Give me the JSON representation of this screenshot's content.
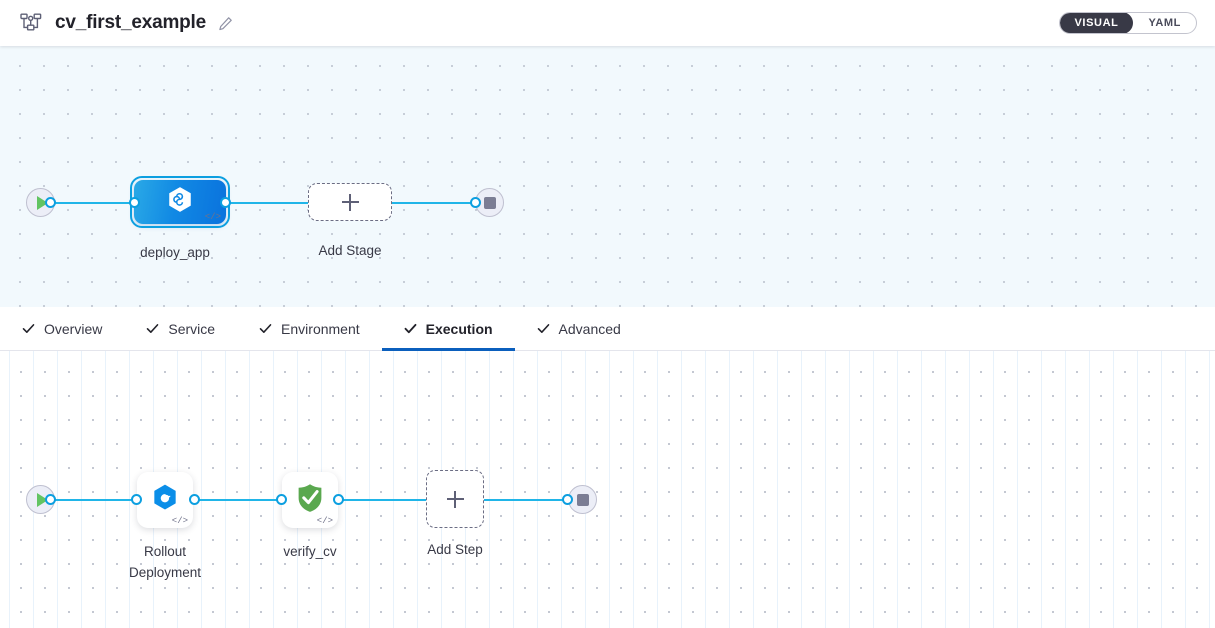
{
  "header": {
    "pipeline_icon": "pipeline-icon",
    "title": "cv_first_example",
    "edit_icon": "pencil-edit-icon",
    "mode_toggle": {
      "options": [
        {
          "label": "VISUAL",
          "active": true
        },
        {
          "label": "YAML",
          "active": false
        }
      ]
    }
  },
  "tabs": [
    {
      "label": "Overview",
      "checked": true,
      "active": false
    },
    {
      "label": "Service",
      "checked": true,
      "active": false
    },
    {
      "label": "Environment",
      "checked": true,
      "active": false
    },
    {
      "label": "Execution",
      "checked": true,
      "active": true
    },
    {
      "label": "Advanced",
      "checked": true,
      "active": false
    }
  ],
  "stage_graph": {
    "start_node": {
      "name": "pipeline-start-node",
      "icon": "play-icon"
    },
    "end_node": {
      "name": "pipeline-end-node",
      "icon": "stop-icon"
    },
    "stages": [
      {
        "label": "deploy_app",
        "icon": "deployment-hexagon-infinity-icon",
        "selected": true,
        "code_glyph": "</>"
      }
    ],
    "add_stage": {
      "label": "Add Stage",
      "icon": "plus-icon"
    }
  },
  "execution_graph": {
    "start_node": {
      "name": "execution-start-node",
      "icon": "play-icon"
    },
    "end_node": {
      "name": "execution-end-node",
      "icon": "stop-icon"
    },
    "steps": [
      {
        "label": "Rollout\nDeployment",
        "icon": "rollout-deployment-icon",
        "code_glyph": "</>"
      },
      {
        "label": "verify_cv",
        "icon": "green-shield-check-icon",
        "code_glyph": "</>"
      }
    ],
    "add_step": {
      "label": "Add Step",
      "icon": "plus-icon"
    }
  },
  "colors": {
    "accent_blue": "#0b5fbd",
    "edge_blue": "#20b5e8",
    "stage_blue": "#1189e4",
    "verify_green": "#5aa84f",
    "toggle_dark": "#383946",
    "canvas_top_bg": "#f2f9fd"
  }
}
